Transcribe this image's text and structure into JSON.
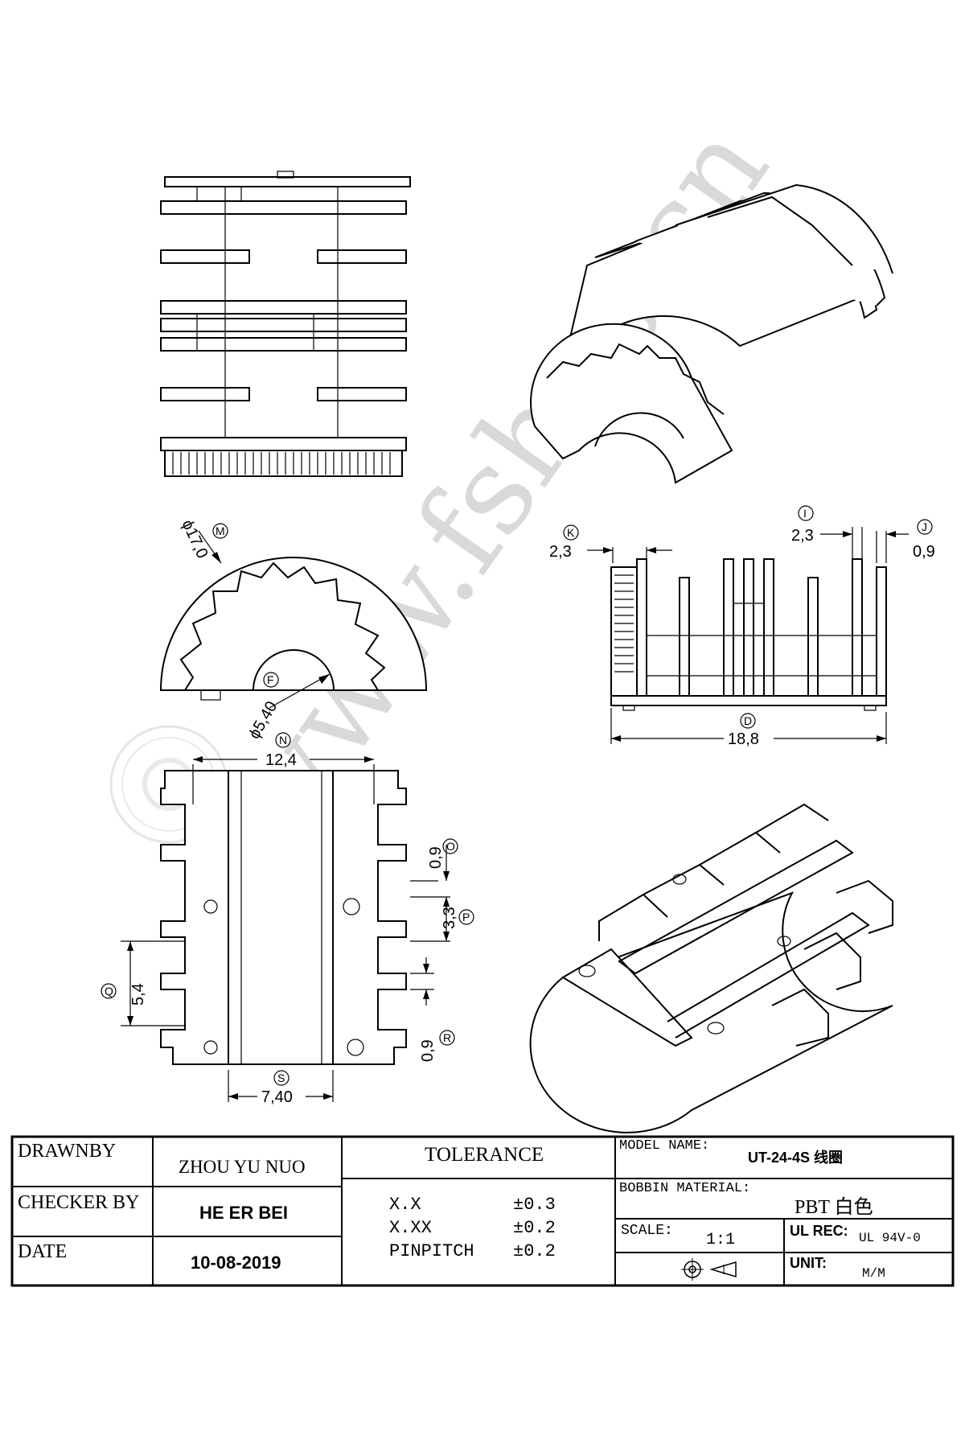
{
  "watermark": "www.fshgs.cn",
  "dimensions": {
    "phi_outer": "ϕ17,0",
    "phi_inner": "ϕ5,40",
    "k": "2,3",
    "i": "2,3",
    "j": "0,9",
    "d": "18,8",
    "n": "12,4",
    "o": "0,9",
    "p": "3,3",
    "q": "5,4",
    "r": "0,9",
    "s": "7,40"
  },
  "callouts": {
    "m": "M",
    "f": "F",
    "k": "K",
    "i": "I",
    "j": "J",
    "d": "D",
    "n": "N",
    "o": "O",
    "p": "P",
    "q": "Q",
    "r": "R",
    "s": "S"
  },
  "title_block": {
    "drawnby_label": "DRAWNBY",
    "drawnby_value": "ZHOU YU NUO",
    "checker_label": "CHECKER BY",
    "checker_value": "HE ER BEI",
    "date_label": "DATE",
    "date_value": "10-08-2019",
    "tolerance_label": "TOLERANCE",
    "tol_rows": [
      {
        "name": "X.X",
        "value": "±0.3"
      },
      {
        "name": "X.XX",
        "value": "±0.2"
      },
      {
        "name": "PINPITCH",
        "value": "±0.2"
      }
    ],
    "model_label": "MODEL NAME:",
    "model_value": "UT-24-4S 线圈",
    "material_label": "BOBBIN MATERIAL:",
    "material_value": "PBT 白色",
    "scale_label": "SCALE:",
    "scale_value": "1:1",
    "ul_label": "UL REC:",
    "ul_value": "UL 94V-0",
    "unit_label": "UNIT:",
    "unit_value": "M/M",
    "projection_symbol": "first-angle-projection-icon"
  }
}
